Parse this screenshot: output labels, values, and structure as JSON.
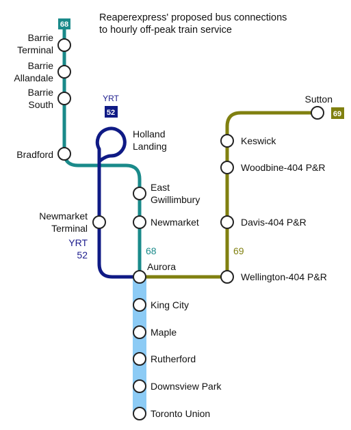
{
  "title_line1": "Reaperexpress' proposed bus connections",
  "title_line2": "to hourly off-peak train service",
  "colors": {
    "route_68": "#1a8a8a",
    "route_52": "#0f1a85",
    "route_69": "#808010",
    "rail": "#8ccbf5"
  },
  "badges": {
    "r68": "68",
    "r52": "52",
    "r52_caption": "YRT",
    "r69": "69"
  },
  "route_labels": {
    "r68": "68",
    "r69": "69",
    "r52_line1": "YRT",
    "r52_line2": "52"
  },
  "stations": {
    "barrie_terminal": [
      "Barrie",
      "Terminal"
    ],
    "barrie_allandale": [
      "Barrie",
      "Allandale"
    ],
    "barrie_south": [
      "Barrie",
      "South"
    ],
    "bradford": "Bradford",
    "holland_landing": [
      "Holland",
      "Landing"
    ],
    "east_gwillimbury": [
      "East",
      "Gwillimbury"
    ],
    "newmarket": "Newmarket",
    "newmarket_terminal": [
      "Newmarket",
      "Terminal"
    ],
    "aurora": "Aurora",
    "king_city": "King City",
    "maple": "Maple",
    "rutherford": "Rutherford",
    "downsview_park": "Downsview Park",
    "toronto_union": "Toronto Union",
    "sutton": "Sutton",
    "keswick": "Keswick",
    "woodbine": "Woodbine-404 P&R",
    "davis": "Davis-404 P&R",
    "wellington": "Wellington-404 P&R"
  }
}
